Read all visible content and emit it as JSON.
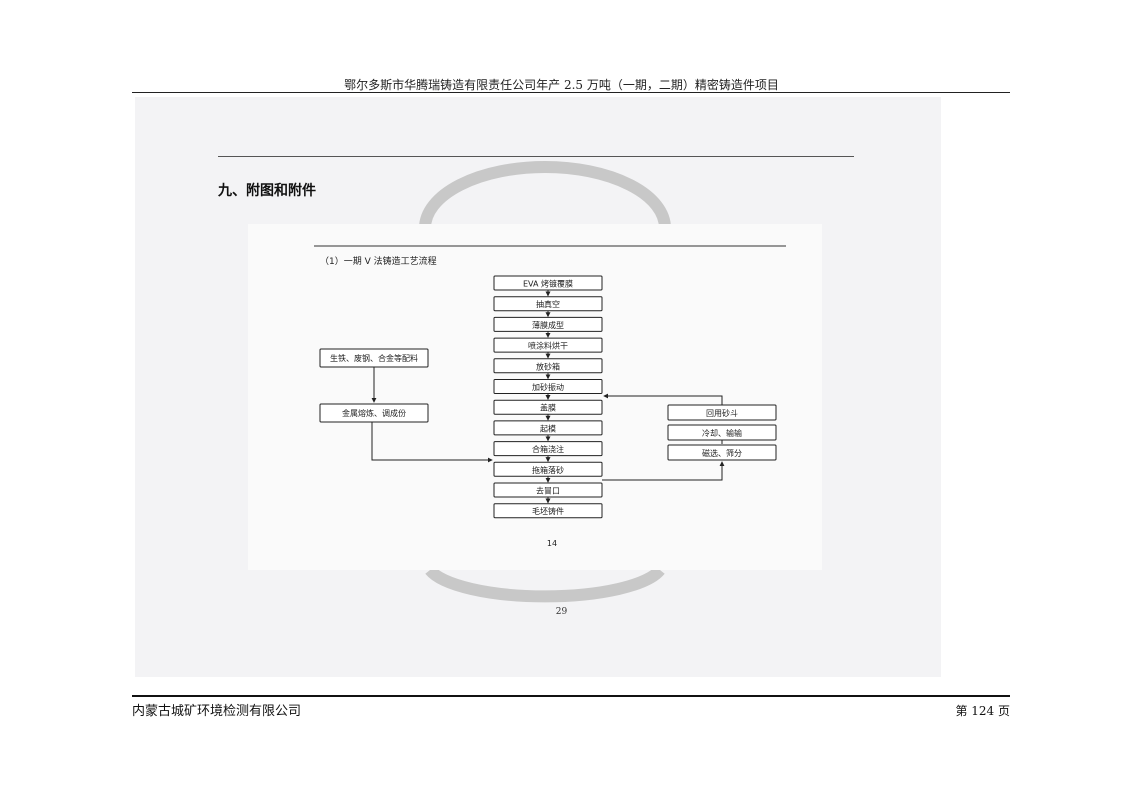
{
  "header": {
    "title": "鄂尔多斯市华腾瑞铸造有限责任公司年产 2.5 万吨（一期，二期）精密铸造件项目"
  },
  "section": {
    "title": "九、附图和附件"
  },
  "figure": {
    "title": "（1）一期 V 法铸造工艺流程",
    "main_steps": [
      "EVA 烤镀覆膜",
      "抽真空",
      "薄膜成型",
      "喷涂料烘干",
      "放砂箱",
      "加砂振动",
      "盖膜",
      "起模",
      "合箱浇注",
      "拖箱落砂",
      "去冒口",
      "毛坯铸件"
    ],
    "left_steps": [
      "生铁、废钢、合金等配料",
      "金属熔炼、调成份"
    ],
    "right_steps": [
      "回用砂斗",
      "冷却、输输",
      "磁选、筛分"
    ],
    "scan_page_number": "14"
  },
  "inner_page_number": "29",
  "footer": {
    "company": "内蒙古城矿环境检测有限公司",
    "page_label": "第 124 页"
  }
}
